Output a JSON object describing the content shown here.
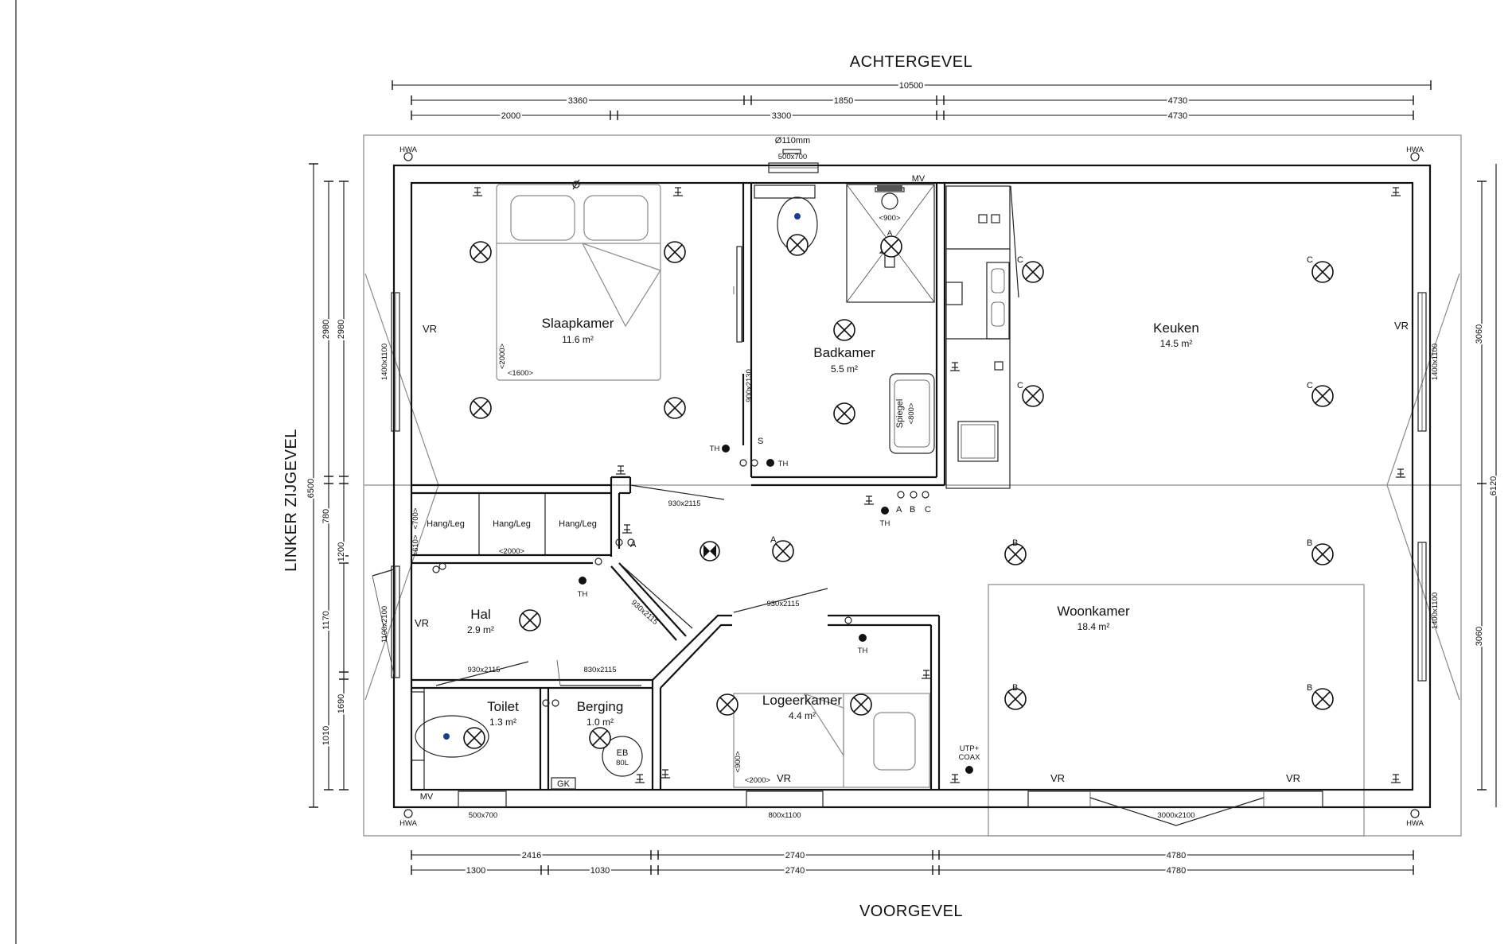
{
  "facades": {
    "back": "ACHTERGEVEL",
    "front": "VOORGEVEL",
    "left": "LINKER ZIJGEVEL"
  },
  "rooms": {
    "slaapkamer": {
      "name": "Slaapkamer",
      "area": "11.6 m²"
    },
    "badkamer": {
      "name": "Badkamer",
      "area": "5.5 m²"
    },
    "keuken": {
      "name": "Keuken",
      "area": "14.5 m²"
    },
    "hal": {
      "name": "Hal",
      "area": "2.9 m²"
    },
    "woonkamer": {
      "name": "Woonkamer",
      "area": "18.4 m²"
    },
    "toilet": {
      "name": "Toilet",
      "area": "1.3 m²"
    },
    "berging": {
      "name": "Berging",
      "area": "1.0 m²"
    },
    "logeerkamer": {
      "name": "Logeerkamer",
      "area": "4.4 m²"
    }
  },
  "dimensions": {
    "top_total": "10500",
    "top_row1": [
      "3360",
      "1850",
      "4730"
    ],
    "top_row2": [
      "2000",
      "3300",
      "4730"
    ],
    "bottom_row1": [
      "2416",
      "2740",
      "4780"
    ],
    "bottom_row2": [
      "1300",
      "1030",
      "2740",
      "4780"
    ],
    "left_total": "6500",
    "left_a": [
      "2980",
      "780",
      "1200",
      "1170",
      "1690"
    ],
    "left_b": [
      "2980",
      "1010"
    ],
    "right_total": "6120",
    "right_parts": [
      "3060",
      "3060"
    ]
  },
  "windows": {
    "left_top": "1400x1100",
    "left_bottom": "1100x2100",
    "right_top": "1400x1100",
    "right_bottom": "1400x1100",
    "bath_top": "500x700",
    "front_left": "500x700",
    "front_mid": "800x1100",
    "front_right": "3000x2100"
  },
  "doors": {
    "slaap": "900x2130",
    "hal_top": "930x2115",
    "hal_diag": "930x2115",
    "logeer": "930x2115",
    "toilet": "930x2115",
    "berging": "830x2115"
  },
  "labels": {
    "hwa": "HWA",
    "vr": "VR",
    "mv": "MV",
    "th": "TH",
    "pipe": "Ø110mm",
    "hangleg": "Hang/Leg",
    "wardrobe_width": "<2000>",
    "wardrobe_depth": "<610>",
    "wardrobe_depth2": "<700>",
    "bed_len": "<2000>",
    "bed_w": "<1600>",
    "shower": "<900>",
    "spiegel": "Spiegel",
    "spiegel_w": "<800>",
    "guest_bed_w": "<900>",
    "guest_bed_len": "<2000>",
    "eb": "EB",
    "eb_size": "80L",
    "gk": "GK",
    "utp": "UTP+",
    "coax": "COAX",
    "a": "A",
    "b": "B",
    "c": "C",
    "s": "S"
  }
}
